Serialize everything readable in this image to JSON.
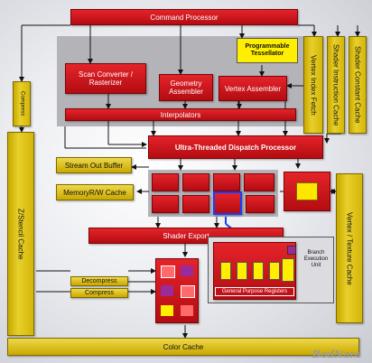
{
  "labels": {
    "command_processor": "Command Processor",
    "scan_converter": "Scan Converter / Rasterizer",
    "geometry_assembler": "Geometry Assembler",
    "vertex_assembler": "Vertex Assembler",
    "programmable_tessellator": "Programmable Tessellator",
    "vertex_index_fetch": "Vertex Index Fetch",
    "shader_instruction_cache": "Shader Instruction Cache",
    "shader_constant_cache": "Shader Constant Cache",
    "interpolators": "Interpolators",
    "compress_vertical": "Compress",
    "z_stencil_cache": "Z/Stencil Cache",
    "ultra_threaded_dispatch": "Ultra-Threaded Dispatch Processor",
    "stream_out_buffer": "Stream Out Buffer",
    "memory_rw_cache": "MemoryR/W Cache",
    "vertex_texture_cache": "Vertex / Texture Cache",
    "shader_export": "Shader Export",
    "branch_execution_unit": "Branch Execution Unit",
    "general_purpose_registers": "General Purpose Registers",
    "decompress": "Decompress",
    "compress": "Compress",
    "color_cache": "Color Cache",
    "watermark": "BodNara"
  },
  "colors": {
    "red": "#d41a20",
    "gold": "#d8bc10",
    "yellow": "#ffee00",
    "highlight": "#1a3cff",
    "purple": "#9b2a9b"
  }
}
